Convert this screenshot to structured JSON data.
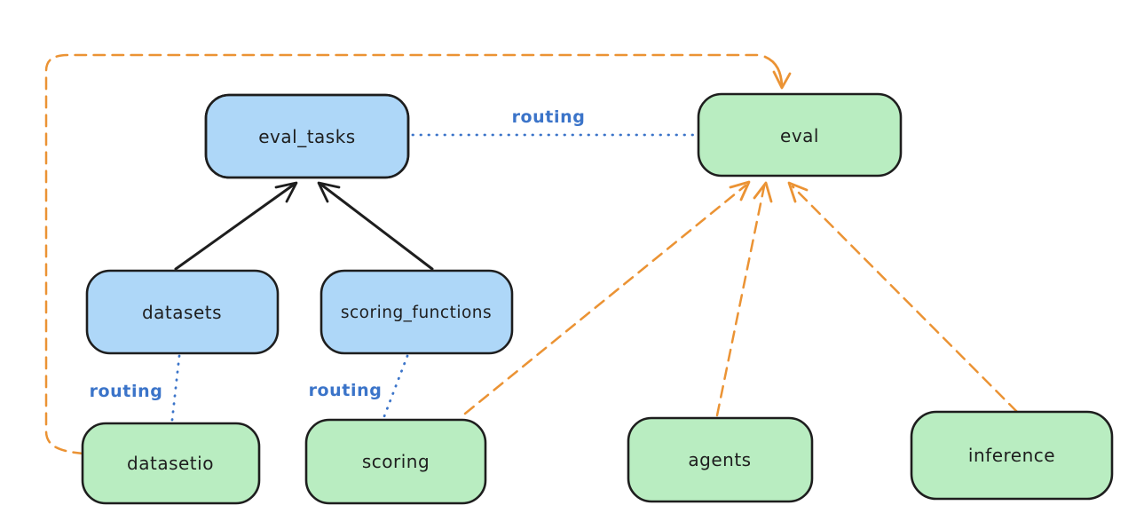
{
  "diagram": {
    "nodes": {
      "eval_tasks": {
        "label": "eval_tasks"
      },
      "eval": {
        "label": "eval"
      },
      "datasets": {
        "label": "datasets"
      },
      "scoring_functions": {
        "label": "scoring_functions"
      },
      "datasetio": {
        "label": "datasetio"
      },
      "scoring": {
        "label": "scoring"
      },
      "agents": {
        "label": "agents"
      },
      "inference": {
        "label": "inference"
      }
    },
    "edge_labels": {
      "routing_eval_tasks_eval": "routing",
      "routing_datasets_datasetio": "routing",
      "routing_scoring_functions_scoring": "routing"
    },
    "colors": {
      "background": "#ffffff",
      "stroke": "#1e1e1e",
      "blue_fill": "#aed7f8",
      "green_fill": "#b9edc1",
      "routing_blue": "#3b74c9",
      "orange": "#eb9334"
    }
  }
}
